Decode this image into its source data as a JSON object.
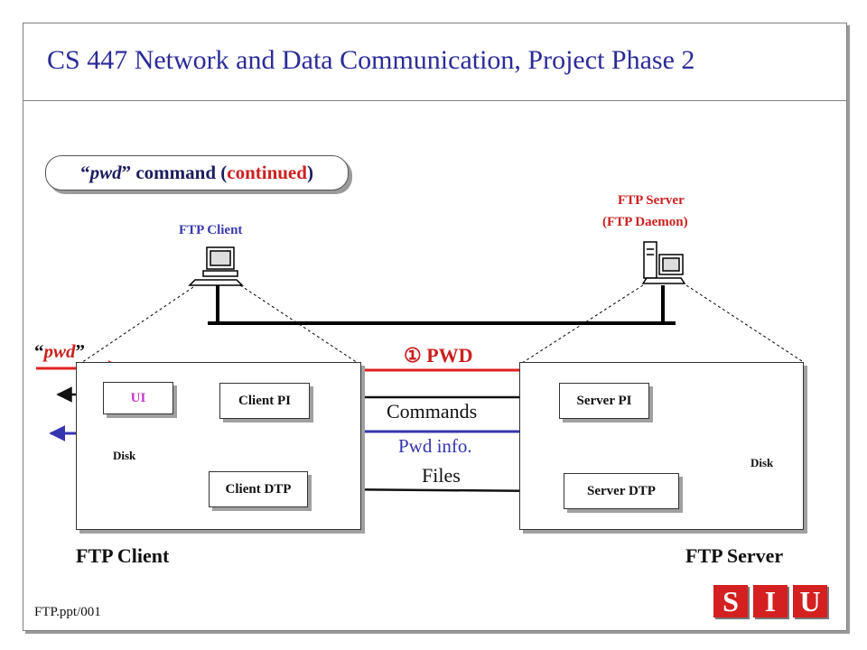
{
  "slide": {
    "title": "CS 447 Network and Data Communication,  Project Phase 2",
    "subtitle": {
      "quote_open": "“",
      "word": "pwd",
      "quote_close": "”",
      "middle": " command (",
      "continued": "continued",
      "end": ")"
    },
    "footer": "FTP.ppt/001",
    "logo_letters": [
      "S",
      "I",
      "U"
    ]
  },
  "top": {
    "client_label": "FTP Client",
    "server_label_line1": "FTP Server",
    "server_label_line2": "(FTP Daemon)"
  },
  "client": {
    "pwd_open": "“",
    "pwd_word": "pwd",
    "pwd_close": "”",
    "ui": "UI",
    "pi": "Client PI",
    "dtp": "Client DTP",
    "disk": "Disk",
    "footer_label": "FTP Client"
  },
  "server": {
    "pi": "Server PI",
    "dtp": "Server DTP",
    "disk": "Disk",
    "footer_label": "FTP Server"
  },
  "links": {
    "step_marker": "①",
    "pwd": " PWD",
    "commands": "Commands",
    "pwd_info": "Pwd info.",
    "files": "Files"
  },
  "colors": {
    "title": "#2b2b99",
    "red": "#e02020",
    "blue": "#3535b0",
    "orange": "#f5a050",
    "logo_red": "#d42020"
  }
}
